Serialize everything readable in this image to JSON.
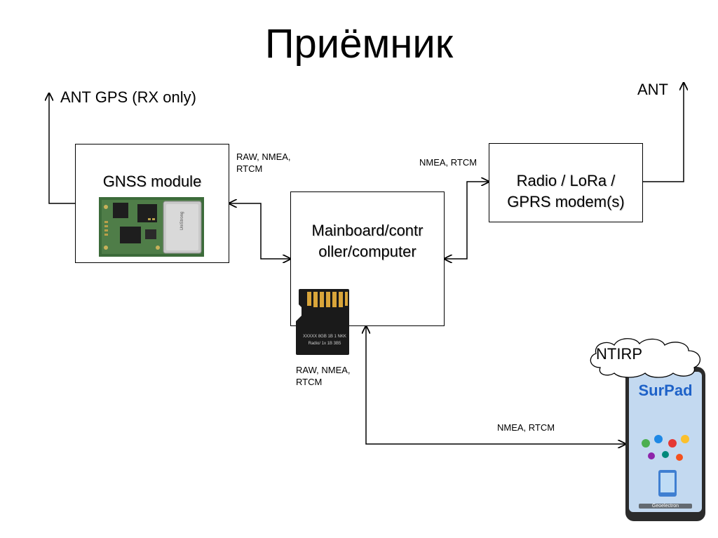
{
  "title": "Приёмник",
  "gnss": {
    "label": "GNSS module",
    "chip_text": "UniStrong"
  },
  "mainboard": {
    "label_line1": "Mainboard/contr",
    "label_line2": "oller/computer"
  },
  "radio": {
    "label_line1": "Radio / LoRa /",
    "label_line2": "GPRS modem(s)"
  },
  "antennas": {
    "gps": "ANT GPS (RX only)",
    "radio": "ANT"
  },
  "links": {
    "gnss_to_mainboard": [
      "RAW, NMEA,",
      "RTCM"
    ],
    "mainboard_to_radio": "NMEA, RTCM",
    "sd_card": [
      "RAW, NMEA,",
      "RTCM"
    ],
    "mainboard_to_tablet": "NMEA, RTCM"
  },
  "sd_card": {
    "line1": "XXXXX 8GB 1B 1 NKK",
    "line2": "Radio/ 1x 1B 3B5"
  },
  "tablet": {
    "brand": "SurPad",
    "maker": "Geoelectron"
  },
  "cloud": {
    "label": "NTIRP"
  }
}
